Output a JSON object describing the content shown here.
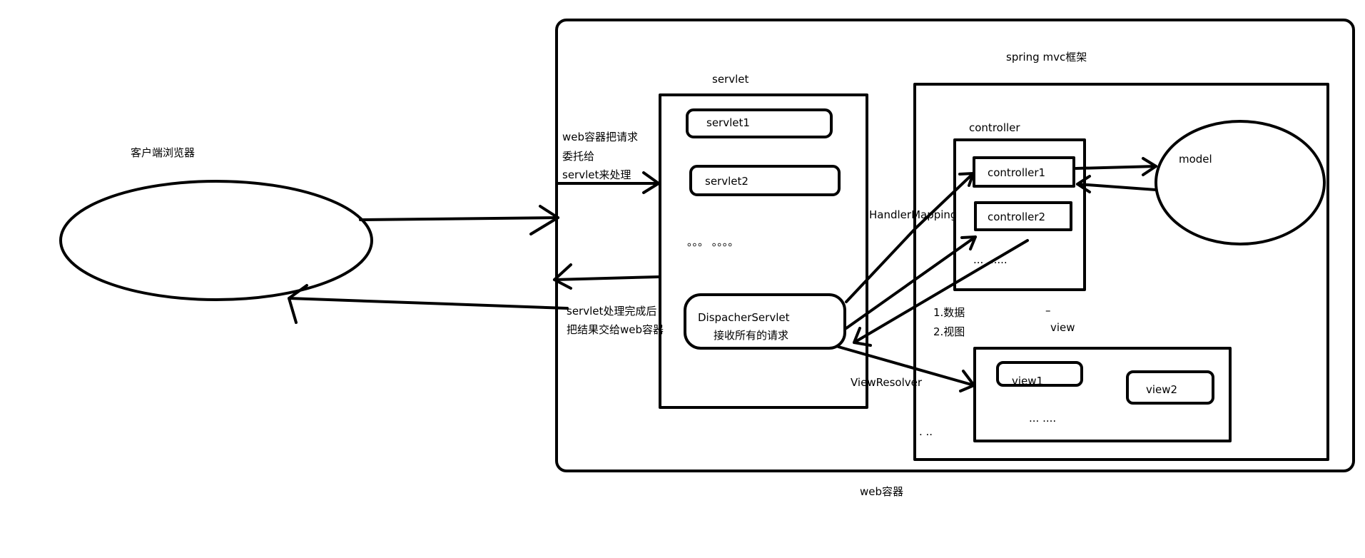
{
  "labels": {
    "browser": "客户端浏览器",
    "web_container": "web容器",
    "spring_mvc": "spring mvc框架",
    "servlet": "servlet",
    "servlet1": "servlet1",
    "servlet2": "servlet2",
    "servlet_ellipsis": "。。。  。。。。",
    "dispatcher_name": "DispacherServlet",
    "dispatcher_desc": "接收所有的请求",
    "request_line1": "web容器把请求",
    "request_line2": "委托给",
    "request_line3": "servlet来处理",
    "response_line1": "servlet处理完成后",
    "response_line2": "把结果交给web容器",
    "handler_mapping": "HandlerMapping",
    "view_resolver": "ViewResolver",
    "controller": "controller",
    "controller1": "controller1",
    "controller2": "controller2",
    "controller_ellipsis": "... ......",
    "model": "model",
    "return_data": "1.数据",
    "return_view": "2.视图",
    "dash_mark": "–",
    "view": "view",
    "view1": "view1",
    "view2": "view2",
    "view_ellipsis": "... ....",
    "dots_mark": ". .."
  },
  "colors": {
    "stroke": "#000000",
    "background": "#ffffff"
  }
}
